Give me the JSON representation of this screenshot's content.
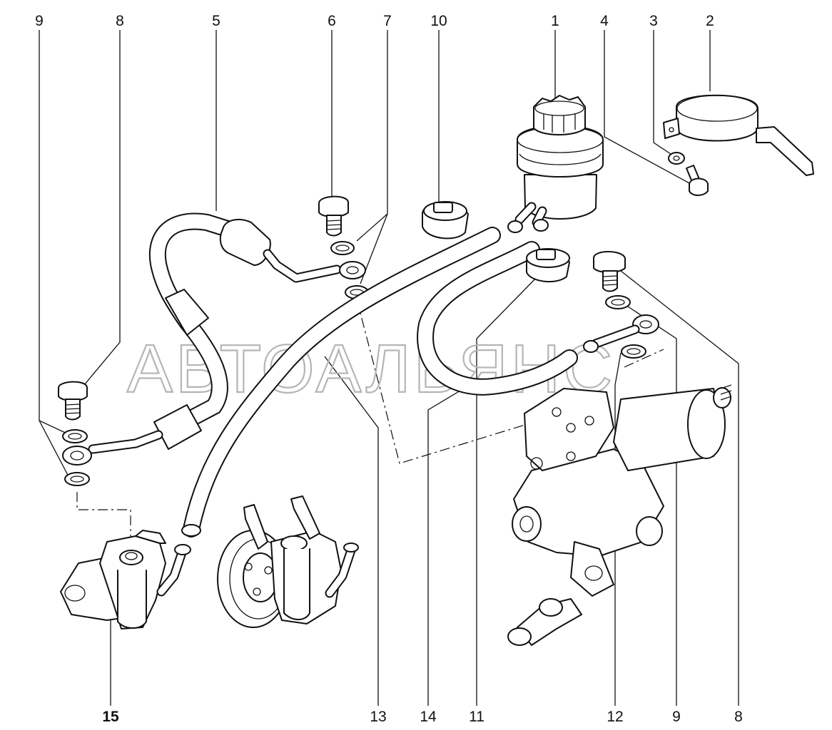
{
  "watermark": "АВТОАЛЬЯНС",
  "callouts": {
    "c1": "1",
    "c2": "2",
    "c3": "3",
    "c4": "4",
    "c5": "5",
    "c6": "6",
    "c7": "7",
    "c8_top": "8",
    "c9_top": "9",
    "c10": "10",
    "c15": "15",
    "c13": "13",
    "c14": "14",
    "c11": "11",
    "c12": "12",
    "c9_bottom": "9",
    "c8_bottom": "8"
  }
}
